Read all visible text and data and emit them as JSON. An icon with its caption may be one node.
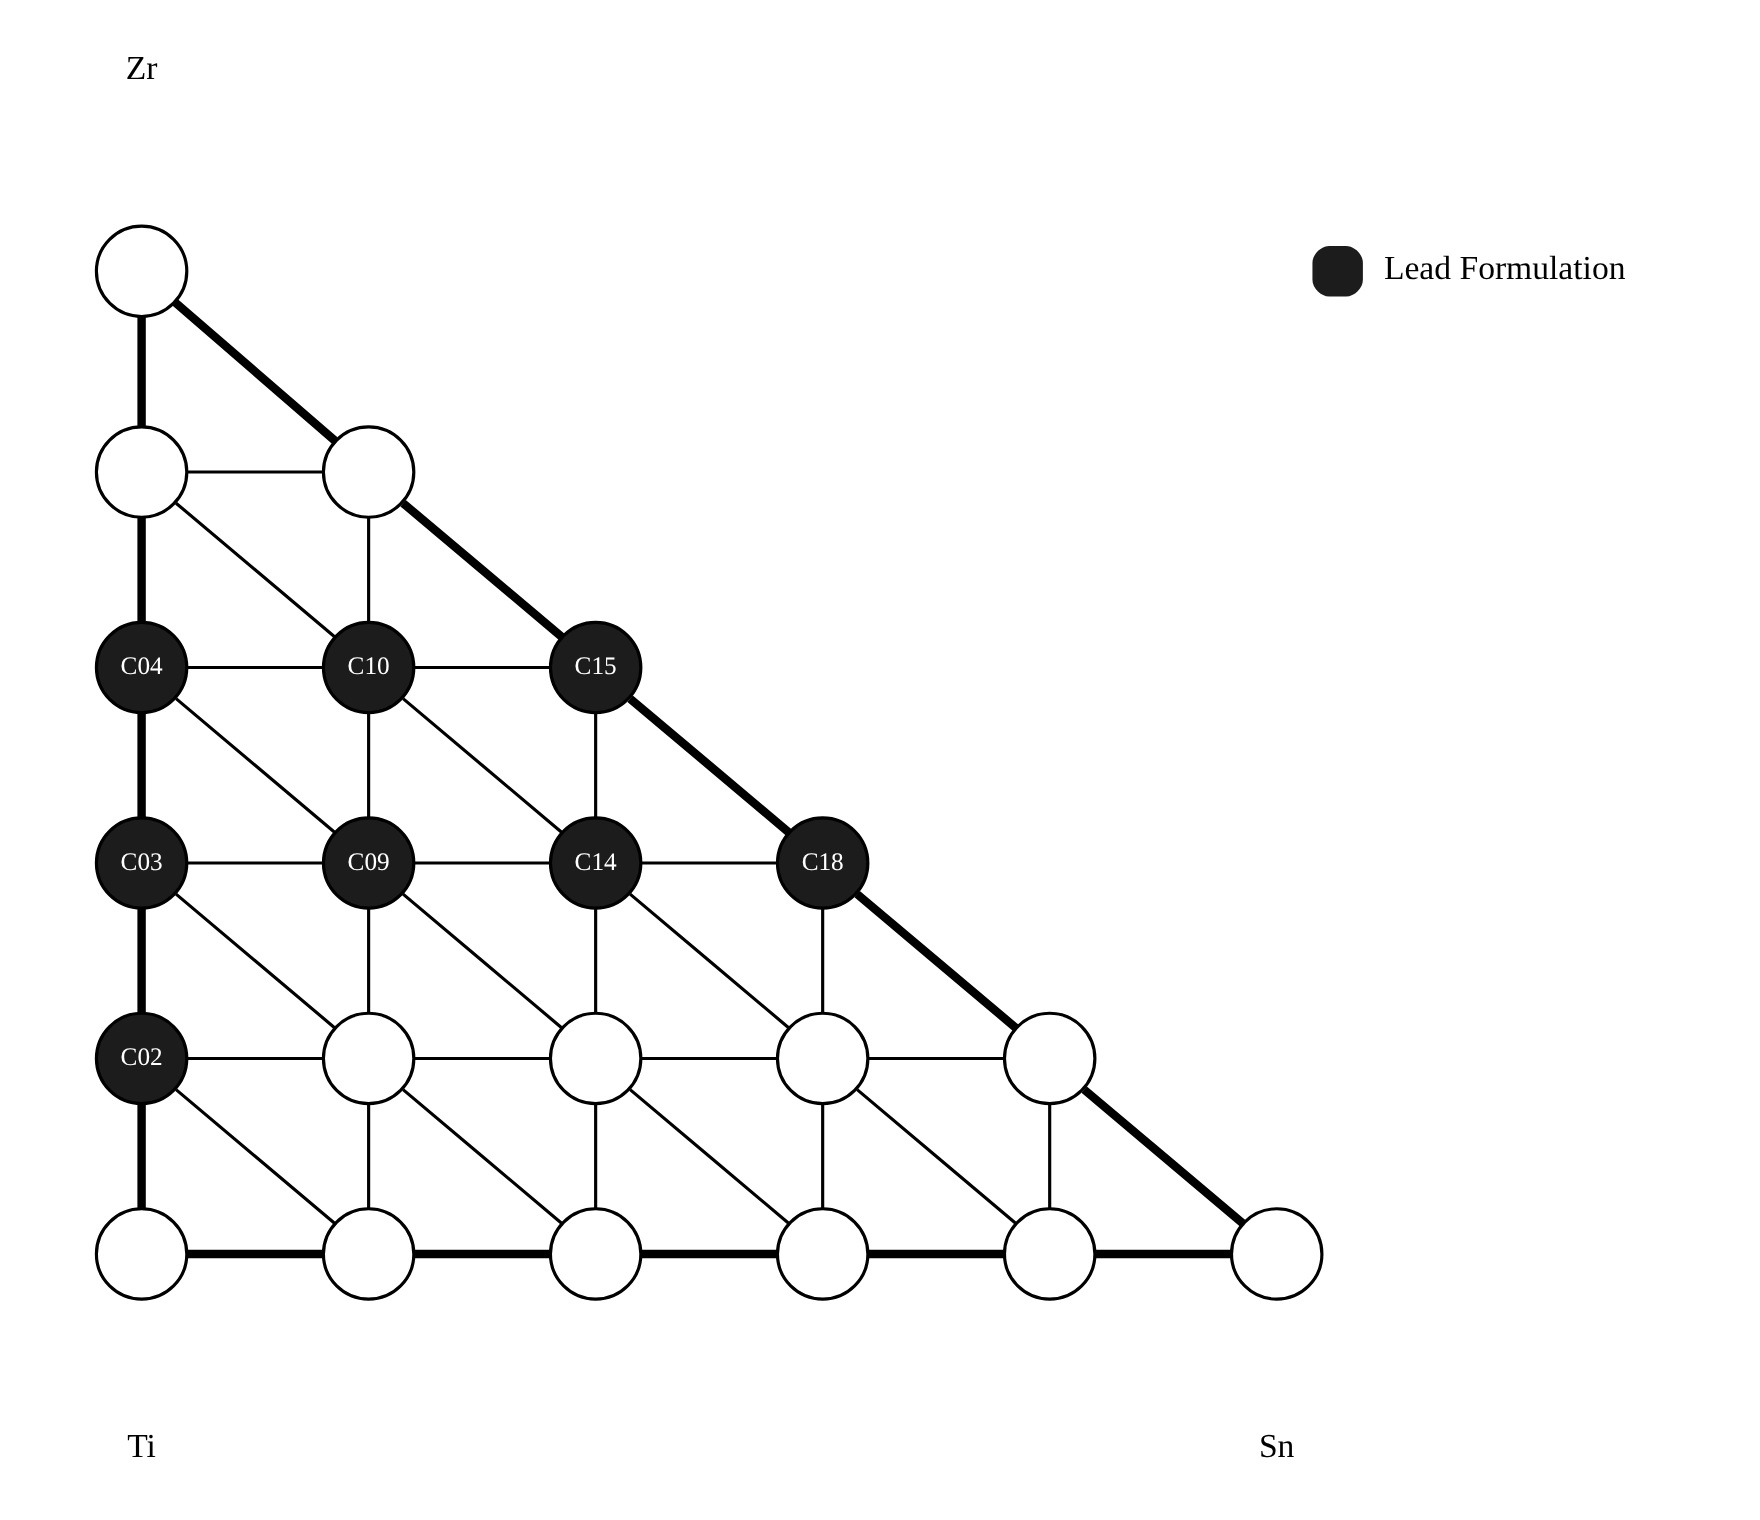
{
  "diagram": {
    "nodes": [
      {
        "text": [],
        "shape": "circle"
      },
      {
        "text": [],
        "shape": "circle"
      },
      {
        "text": [],
        "shape": "circle"
      },
      {
        "text": [
          "C04"
        ]
      },
      {
        "text": [
          "C10"
        ]
      },
      {
        "text": [
          "C15"
        ]
      },
      {
        "text": [
          "C03"
        ]
      },
      {
        "text": [
          "C09"
        ]
      },
      {
        "text": [
          "C14"
        ]
      },
      {
        "text": [
          "C18"
        ]
      },
      {
        "text": [
          "C02"
        ]
      },
      {
        "text": [],
        "shape": "circle"
      },
      {
        "text": [],
        "shape": "circle"
      },
      {
        "text": [],
        "shape": "circle"
      },
      {
        "text": [],
        "shape": "circle"
      },
      {
        "text": [],
        "shape": "circle"
      },
      {
        "text": [],
        "shape": "circle"
      },
      {
        "text": [],
        "shape": "circle"
      },
      {
        "text": [],
        "shape": "circle"
      },
      {
        "text": [],
        "shape": "circle"
      },
      {
        "text": [],
        "shape": "circle"
      }
    ],
    "edges": [
      {
        "from": 0,
        "to": 1,
        "arrow": "none",
        "style": "thick"
      },
      {
        "from": 0,
        "to": 2,
        "arrow": "none",
        "style": "thick"
      },
      {
        "from": 1,
        "to": 2,
        "arrow": "none"
      },
      {
        "from": 1,
        "to": 3,
        "arrow": "none",
        "style": "thick"
      },
      {
        "from": 1,
        "to": 4,
        "arrow": "none"
      },
      {
        "from": 2,
        "to": 4,
        "arrow": "none"
      },
      {
        "from": 2,
        "to": 5,
        "arrow": "none",
        "style": "thick"
      },
      {
        "from": 3,
        "to": 4,
        "arrow": "none"
      },
      {
        "from": 4,
        "to": 5,
        "arrow": "none"
      },
      {
        "from": 3,
        "to": 6,
        "arrow": "none",
        "style": "thick"
      },
      {
        "from": 3,
        "to": 7,
        "arrow": "none"
      },
      {
        "from": 4,
        "to": 7,
        "arrow": "none"
      },
      {
        "from": 4,
        "to": 8,
        "arrow": "none"
      },
      {
        "from": 5,
        "to": 8,
        "arrow": "none"
      },
      {
        "from": 5,
        "to": 9,
        "arrow": "none",
        "style": "thick"
      },
      {
        "from": 6,
        "to": 7,
        "arrow": "none"
      },
      {
        "from": 7,
        "to": 8,
        "arrow": "none"
      },
      {
        "from": 8,
        "to": 9,
        "arrow": "none"
      },
      {
        "from": 6,
        "to": 10,
        "arrow": "none",
        "style": "thick"
      },
      {
        "from": 6,
        "to": 11,
        "arrow": "none"
      },
      {
        "from": 7,
        "to": 11,
        "arrow": "none"
      },
      {
        "from": 7,
        "to": 12,
        "arrow": "none"
      },
      {
        "from": 8,
        "to": 12,
        "arrow": "none"
      },
      {
        "from": 8,
        "to": 13,
        "arrow": "none"
      },
      {
        "from": 9,
        "to": 13,
        "arrow": "none"
      },
      {
        "from": 9,
        "to": 14,
        "arrow": "none",
        "style": "thick"
      },
      {
        "from": 10,
        "to": 11,
        "arrow": "none"
      },
      {
        "from": 11,
        "to": 12,
        "arrow": "none"
      },
      {
        "from": 12,
        "to": 13,
        "arrow": "none"
      },
      {
        "from": 13,
        "to": 14,
        "arrow": "none"
      },
      {
        "from": 10,
        "to": 15,
        "arrow": "none",
        "style": "thick"
      },
      {
        "from": 10,
        "to": 16,
        "arrow": "none"
      },
      {
        "from": 11,
        "to": 16,
        "arrow": "none"
      },
      {
        "from": 11,
        "to": 17,
        "arrow": "none"
      },
      {
        "from": 12,
        "to": 17,
        "arrow": "none"
      },
      {
        "from": 12,
        "to": 18,
        "arrow": "none"
      },
      {
        "from": 13,
        "to": 18,
        "arrow": "none"
      },
      {
        "from": 13,
        "to": 19,
        "arrow": "none"
      },
      {
        "from": 14,
        "to": 19,
        "arrow": "none"
      },
      {
        "from": 14,
        "to": 20,
        "arrow": "none",
        "style": "thick"
      },
      {
        "from": 15,
        "to": 16,
        "arrow": "none",
        "style": "thick"
      },
      {
        "from": 16,
        "to": 17,
        "arrow": "none",
        "style": "thick"
      },
      {
        "from": 17,
        "to": 18,
        "arrow": "none",
        "style": "thick"
      },
      {
        "from": 18,
        "to": 19,
        "arrow": "none",
        "style": "thick"
      },
      {
        "from": 19,
        "to": 20,
        "arrow": "none",
        "style": "thick"
      }
    ],
    "labels": [
      "Zr",
      "Ti",
      "Sn"
    ],
    "legend": [
      {
        "text": "Lead Formulation",
        "color": "#1c1c1c"
      }
    ]
  }
}
